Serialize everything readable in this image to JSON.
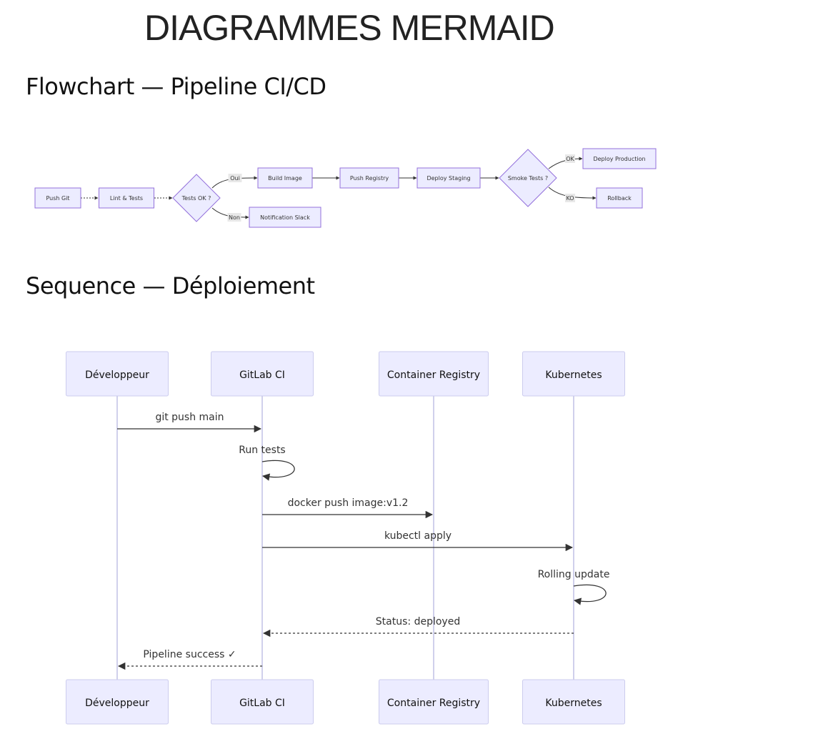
{
  "page": {
    "title": "DIAGRAMMES MERMAID"
  },
  "flowchart": {
    "title": "Flowchart — Pipeline CI/CD",
    "nodes": [
      {
        "id": "A",
        "label": "Push Git",
        "shape": "rect"
      },
      {
        "id": "B",
        "label": "Lint & Tests",
        "shape": "rect"
      },
      {
        "id": "C",
        "label": "Tests OK ?",
        "shape": "diamond"
      },
      {
        "id": "D",
        "label": "Build Image",
        "shape": "rect"
      },
      {
        "id": "E",
        "label": "Notification Slack",
        "shape": "rect"
      },
      {
        "id": "F",
        "label": "Push Registry",
        "shape": "rect"
      },
      {
        "id": "G",
        "label": "Deploy Staging",
        "shape": "rect"
      },
      {
        "id": "H",
        "label": "Smoke Tests ?",
        "shape": "diamond"
      },
      {
        "id": "I",
        "label": "Deploy Production",
        "shape": "rect"
      },
      {
        "id": "J",
        "label": "Rollback",
        "shape": "rect"
      }
    ],
    "edges": [
      {
        "from": "A",
        "to": "B",
        "label": "",
        "style": "dotted"
      },
      {
        "from": "B",
        "to": "C",
        "label": "",
        "style": "dotted"
      },
      {
        "from": "C",
        "to": "D",
        "label": "Oui",
        "style": "solid"
      },
      {
        "from": "C",
        "to": "E",
        "label": "Non",
        "style": "solid"
      },
      {
        "from": "D",
        "to": "F",
        "label": "",
        "style": "solid"
      },
      {
        "from": "F",
        "to": "G",
        "label": "",
        "style": "solid"
      },
      {
        "from": "G",
        "to": "H",
        "label": "",
        "style": "solid"
      },
      {
        "from": "H",
        "to": "I",
        "label": "OK",
        "style": "solid"
      },
      {
        "from": "H",
        "to": "J",
        "label": "KO",
        "style": "solid"
      }
    ]
  },
  "sequence": {
    "title": "Sequence — Déploiement",
    "participants": [
      {
        "id": "dev",
        "label": "Développeur"
      },
      {
        "id": "ci",
        "label": "GitLab CI"
      },
      {
        "id": "reg",
        "label": "Container Registry"
      },
      {
        "id": "k8s",
        "label": "Kubernetes"
      }
    ],
    "messages": [
      {
        "from": "dev",
        "to": "ci",
        "label": "git push main",
        "style": "solid"
      },
      {
        "from": "ci",
        "to": "ci",
        "label": "Run tests",
        "style": "solid"
      },
      {
        "from": "ci",
        "to": "reg",
        "label": "docker push image:v1.2",
        "style": "solid"
      },
      {
        "from": "ci",
        "to": "k8s",
        "label": "kubectl apply",
        "style": "solid"
      },
      {
        "from": "k8s",
        "to": "k8s",
        "label": "Rolling update",
        "style": "solid"
      },
      {
        "from": "k8s",
        "to": "ci",
        "label": "Status: deployed",
        "style": "dashed"
      },
      {
        "from": "ci",
        "to": "dev",
        "label": "Pipeline success ✓",
        "style": "dashed"
      }
    ]
  },
  "colors": {
    "node_fill": "#ececff",
    "node_stroke": "#9370db",
    "actor_stroke": "#ccccee",
    "lifeline": "#d0d0ec",
    "line": "#333333"
  }
}
